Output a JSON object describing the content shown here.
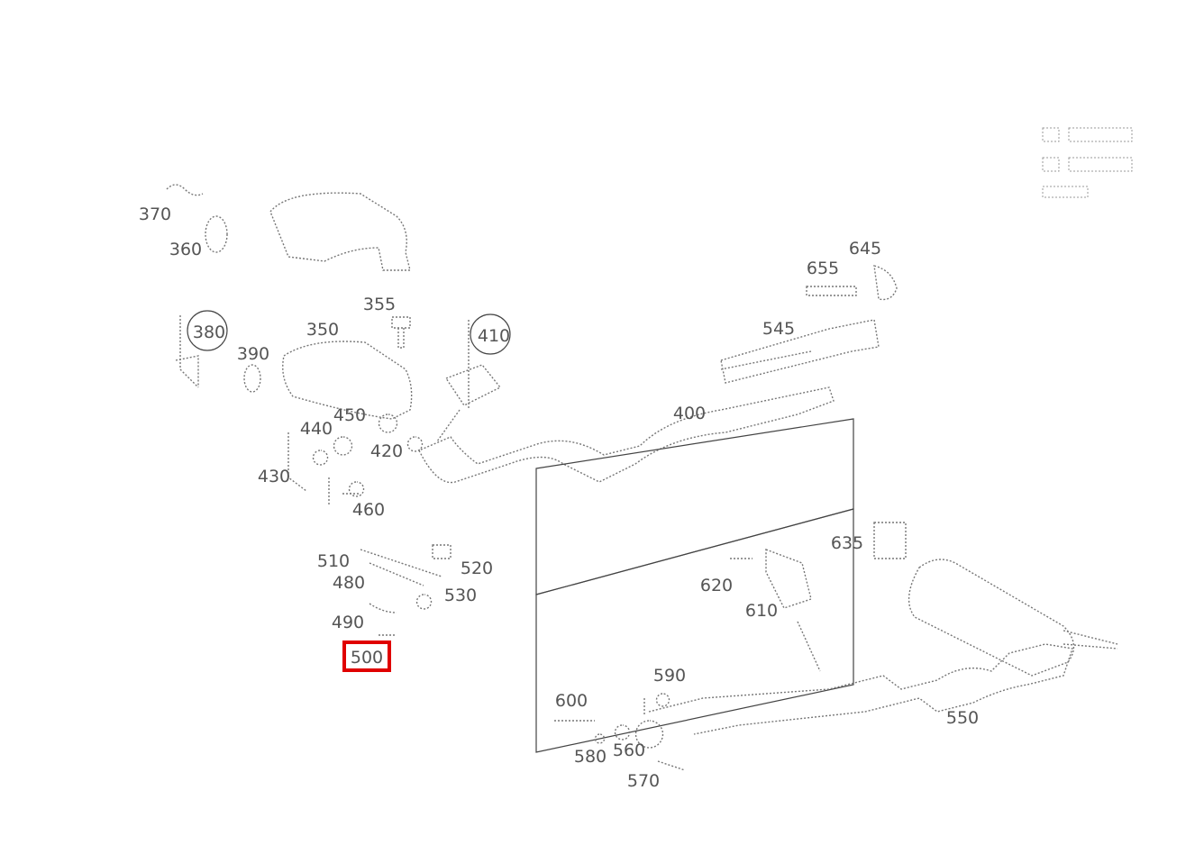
{
  "diagram": {
    "highlighted_part": "500",
    "highlight_color": "#e00000",
    "labels": [
      "370",
      "360",
      "355",
      "645",
      "655",
      "380",
      "350",
      "410",
      "545",
      "390",
      "450",
      "400",
      "440",
      "420",
      "430",
      "460",
      "635",
      "510",
      "520",
      "480",
      "620",
      "530",
      "610",
      "490",
      "500",
      "590",
      "600",
      "550",
      "560",
      "580",
      "570"
    ]
  }
}
